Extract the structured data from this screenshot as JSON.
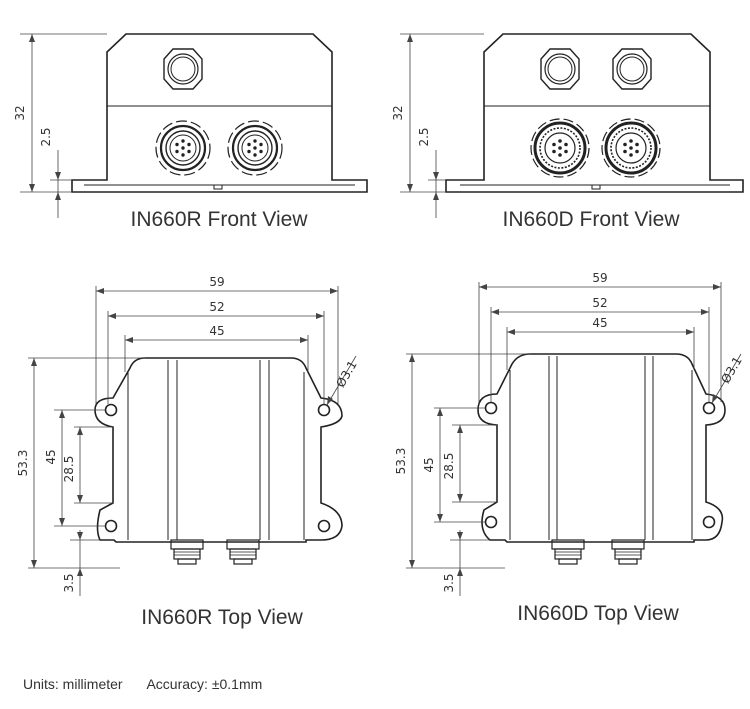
{
  "views": {
    "front_r": {
      "caption": "IN660R Front View",
      "dim_height": "32",
      "dim_flange": "2.5"
    },
    "front_d": {
      "caption": "IN660D Front View",
      "dim_height": "32",
      "dim_flange": "2.5"
    },
    "top_r": {
      "caption": "IN660R Top View",
      "dim_width_overall": "59",
      "dim_width_mid": "52",
      "dim_width_body": "45",
      "dim_height_overall": "53.3",
      "dim_height_holes": "45",
      "dim_height_inner": "28.5",
      "dim_offset": "3.5",
      "dim_hole": "Ø3.1"
    },
    "top_d": {
      "caption": "IN660D Top View",
      "dim_width_overall": "59",
      "dim_width_mid": "52",
      "dim_width_body": "45",
      "dim_height_overall": "53.3",
      "dim_height_holes": "45",
      "dim_height_inner": "28.5",
      "dim_offset": "3.5",
      "dim_hole": "Ø3.1"
    }
  },
  "footer": {
    "units": "Units: millimeter",
    "accuracy": "Accuracy: ±0.1mm"
  }
}
